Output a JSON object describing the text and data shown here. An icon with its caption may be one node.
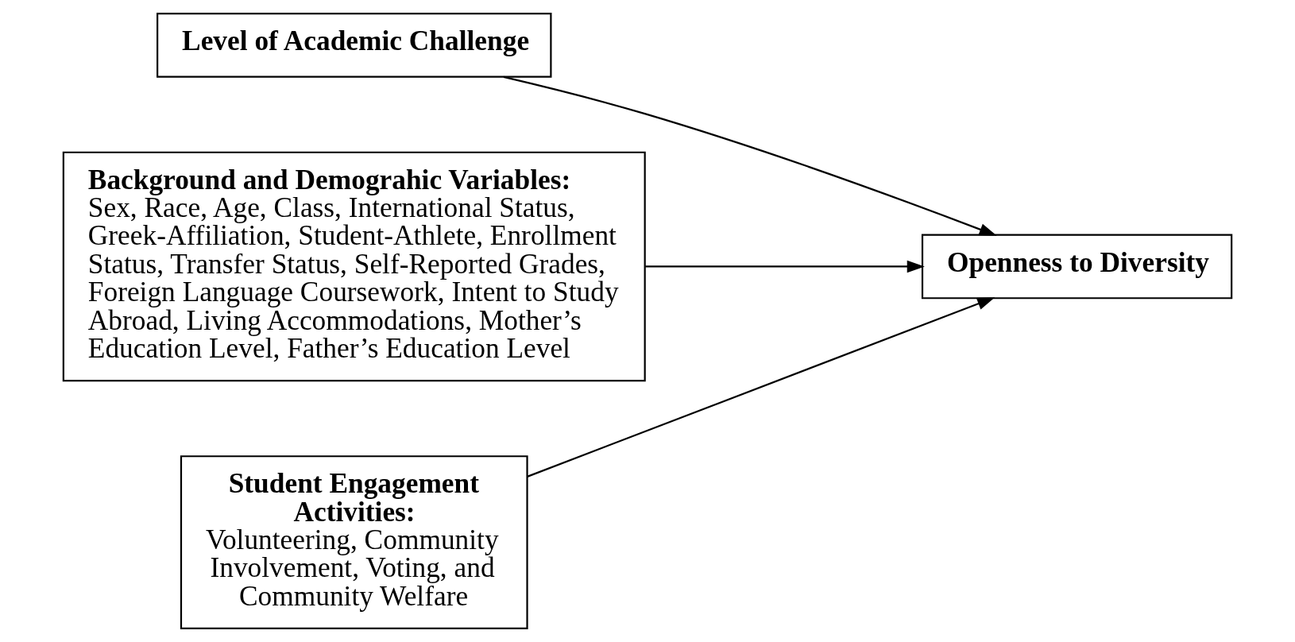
{
  "diagram": {
    "nodes": [
      {
        "text": [
          "Level of Academic Challenge"
        ]
      },
      {
        "text": [
          "Background and Demograhic Variables:",
          "Sex, Race, Age, Class, International Status, Greek-Affiliation, Student-Athlete, Enrollment Status, Transfer Status, Self-Reported Grades, Foreign Language Coursework, Intent to Study Abroad, Living Accommodations, Mother’s Education Level, Father’s Education Level"
        ]
      },
      {
        "text": [
          "Openness to Diversity"
        ]
      },
      {
        "text": [
          "Student Engagement Activities:",
          "Volunteering, Community Involvement, Voting, and Community Welfare"
        ]
      }
    ],
    "edges": [
      {
        "from": 0,
        "to": 2,
        "arrow": "to"
      },
      {
        "from": 1,
        "to": 2,
        "arrow": "to"
      },
      {
        "from": 3,
        "to": 2,
        "arrow": "to"
      }
    ]
  }
}
